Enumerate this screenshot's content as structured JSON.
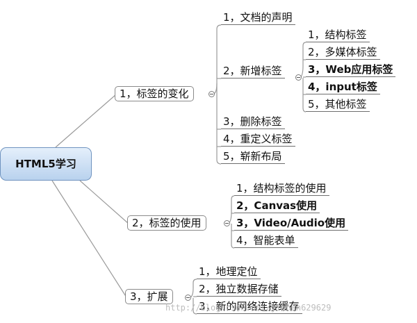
{
  "root": {
    "label": "HTML5学习"
  },
  "branches": [
    {
      "label": "1，标签的变化",
      "children": [
        {
          "label": "1，文档的声明"
        },
        {
          "label": "2，新增标签",
          "children": [
            {
              "label": "1，结构标签"
            },
            {
              "label": "2，多媒体标签"
            },
            {
              "label": "3，Web应用标签"
            },
            {
              "label": "4，input标签"
            },
            {
              "label": "5，其他标签"
            }
          ]
        },
        {
          "label": "3，删除标签"
        },
        {
          "label": "4，重定义标签"
        },
        {
          "label": "5，崭新布局"
        }
      ]
    },
    {
      "label": "2，标签的使用",
      "children": [
        {
          "label": "1，结构标签的使用"
        },
        {
          "label": "2，Canvas使用"
        },
        {
          "label": "3，Video/Audio使用"
        },
        {
          "label": "4，智能表单"
        }
      ]
    },
    {
      "label": "3，扩展",
      "children": [
        {
          "label": "1，地理定位"
        },
        {
          "label": "2，独立数据存储"
        },
        {
          "label": "3，新的网络连接缓存"
        }
      ]
    }
  ],
  "watermark": "http://blog.csdn.net/jiahan629629"
}
